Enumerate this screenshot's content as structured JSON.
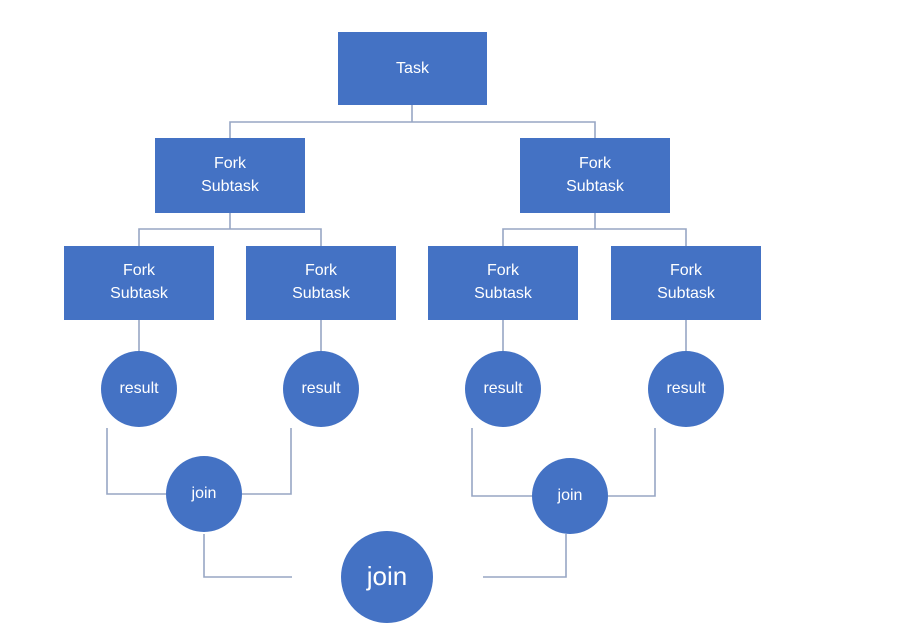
{
  "colors": {
    "node_fill": "#4472c4",
    "node_text": "#ffffff",
    "connector": "#97a6c4",
    "background": "#ffffff"
  },
  "root": {
    "label": "Task"
  },
  "level1": [
    {
      "line1": "Fork",
      "line2": "Subtask"
    },
    {
      "line1": "Fork",
      "line2": "Subtask"
    }
  ],
  "level2": [
    {
      "line1": "Fork",
      "line2": "Subtask"
    },
    {
      "line1": "Fork",
      "line2": "Subtask"
    },
    {
      "line1": "Fork",
      "line2": "Subtask"
    },
    {
      "line1": "Fork",
      "line2": "Subtask"
    }
  ],
  "results": [
    {
      "label": "result"
    },
    {
      "label": "result"
    },
    {
      "label": "result"
    },
    {
      "label": "result"
    }
  ],
  "joins": [
    {
      "label": "join"
    },
    {
      "label": "join"
    }
  ],
  "final_join": {
    "label": "join"
  }
}
